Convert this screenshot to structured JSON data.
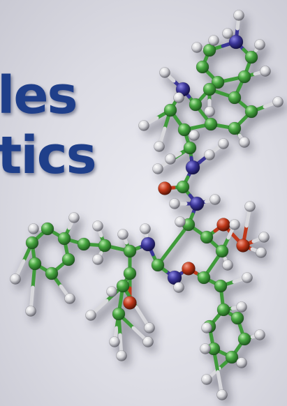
{
  "title": {
    "line1": "les",
    "line2": "tics"
  },
  "colors": {
    "title_text": "#1f3f8a",
    "background": "#dcdce4",
    "carbon": "#3f9b3a",
    "hydrogen": "#e6e6e6",
    "nitrogen": "#3a3596",
    "oxygen": "#c0391b"
  },
  "molecule": {
    "atom_types": [
      "carbon",
      "hydrogen",
      "nitrogen",
      "oxygen"
    ]
  }
}
